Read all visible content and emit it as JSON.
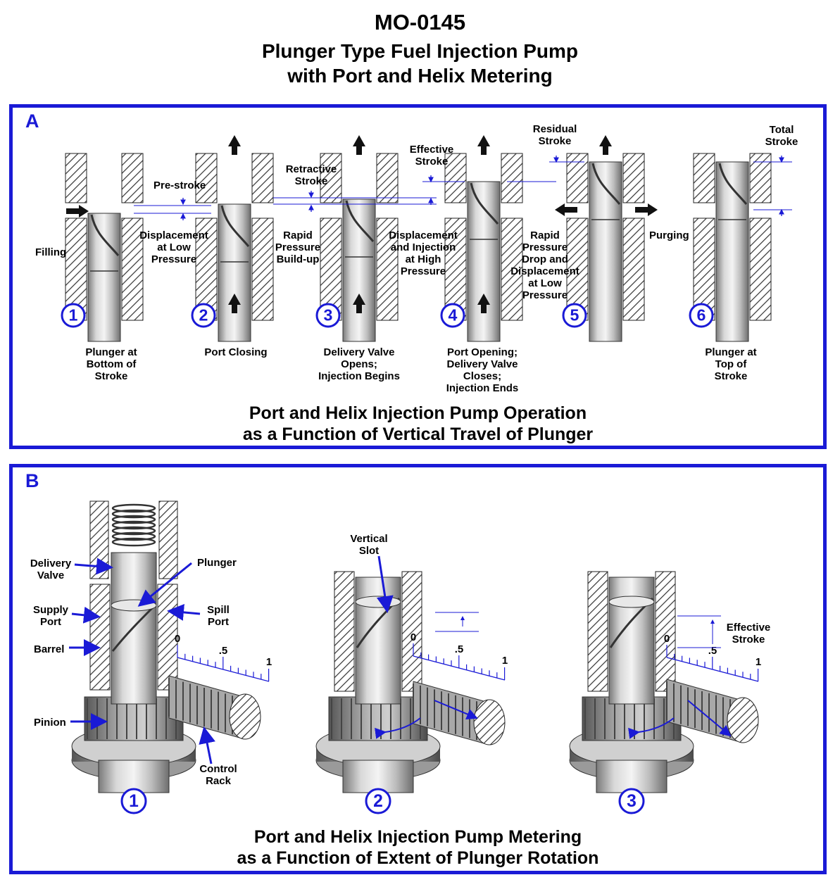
{
  "header": {
    "id": "MO-0145",
    "title_line1": "Plunger Type Fuel Injection Pump",
    "title_line2": "with Port and Helix Metering"
  },
  "colors": {
    "accent": "#1a1ad6",
    "metal": "#b8b8b8",
    "hatch": "#333333"
  },
  "panel_a": {
    "letter": "A",
    "stages": [
      {
        "num": "1",
        "label": [
          "Plunger at",
          "Bottom of",
          "Stroke"
        ]
      },
      {
        "num": "2",
        "label": [
          "Port Closing"
        ]
      },
      {
        "num": "3",
        "label": [
          "Delivery Valve",
          "Opens;",
          "Injection Begins"
        ]
      },
      {
        "num": "4",
        "label": [
          "Port Opening;",
          "Delivery Valve",
          "Closes;",
          "Injection Ends"
        ]
      },
      {
        "num": "5",
        "label": []
      },
      {
        "num": "6",
        "label": [
          "Plunger at",
          "Top of",
          "Stroke"
        ]
      }
    ],
    "annotations": {
      "filling": "Filling",
      "pre_stroke": "Pre-stroke",
      "displacement_low": [
        "Displacement",
        "at Low",
        "Pressure"
      ],
      "retractive_stroke": [
        "Retractive",
        "Stroke"
      ],
      "rapid_buildup": [
        "Rapid",
        "Pressure",
        "Build-up"
      ],
      "effective_stroke": [
        "Effective",
        "Stroke"
      ],
      "displacement_high": [
        "Displacement",
        "and Injection",
        "at High",
        "Pressure"
      ],
      "residual_stroke": [
        "Residual",
        "Stroke"
      ],
      "rapid_drop": [
        "Rapid",
        "Pressure",
        "Drop and",
        "Displacement",
        "at Low",
        "Pressure"
      ],
      "purging": "Purging",
      "total_stroke": [
        "Total",
        "Stroke"
      ]
    },
    "caption": [
      "Port and Helix Injection Pump Operation",
      "as a Function of Vertical Travel of Plunger"
    ]
  },
  "panel_b": {
    "letter": "B",
    "views": [
      {
        "num": "1"
      },
      {
        "num": "2"
      },
      {
        "num": "3"
      }
    ],
    "labels": {
      "delivery_valve": [
        "Delivery",
        "Valve"
      ],
      "plunger": "Plunger",
      "supply_port": [
        "Supply",
        "Port"
      ],
      "spill_port": [
        "Spill",
        "Port"
      ],
      "barrel": "Barrel",
      "pinion": "Pinion",
      "control_rack": [
        "Control",
        "Rack"
      ],
      "vertical_slot": [
        "Vertical",
        "Slot"
      ],
      "effective_stroke": [
        "Effective",
        "Stroke"
      ]
    },
    "scale_ticks": [
      "0",
      ".5",
      "1"
    ],
    "caption": [
      "Port and Helix Injection Pump Metering",
      "as a Function of Extent of Plunger Rotation"
    ]
  }
}
